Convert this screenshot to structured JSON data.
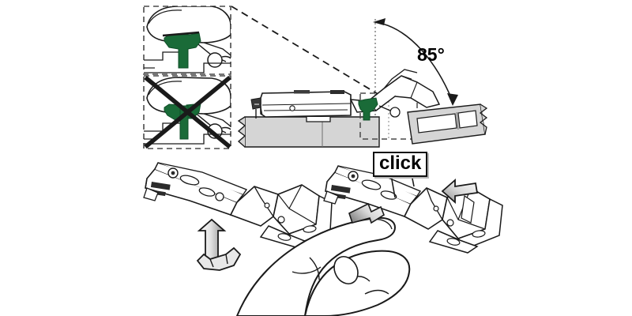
{
  "illustration": {
    "title": "Cabinet hinge clip installation diagram",
    "background_color": "#ffffff",
    "line_color": "#1a1a1a",
    "panel_fill": "#d5d5d5",
    "clip_color": "#1a6b38",
    "arrow_fill_light": "#f2f2f2",
    "arrow_fill_dark": "#8f8f8f"
  },
  "annotations": {
    "angle_label": "85°",
    "click_label": "click"
  },
  "detail_box": {
    "name": "clip-orientation-detail",
    "correct_panel": {
      "label": "",
      "state": "correct"
    },
    "incorrect_panel": {
      "label": "",
      "state": "incorrect-crossed-out"
    }
  },
  "views": {
    "cross_section": "hinge cross-section with cabinet panel and door",
    "bottom_left": "hinge with clip being inserted upward",
    "bottom_right": "hinge with thumb pressing clip until it clicks"
  }
}
